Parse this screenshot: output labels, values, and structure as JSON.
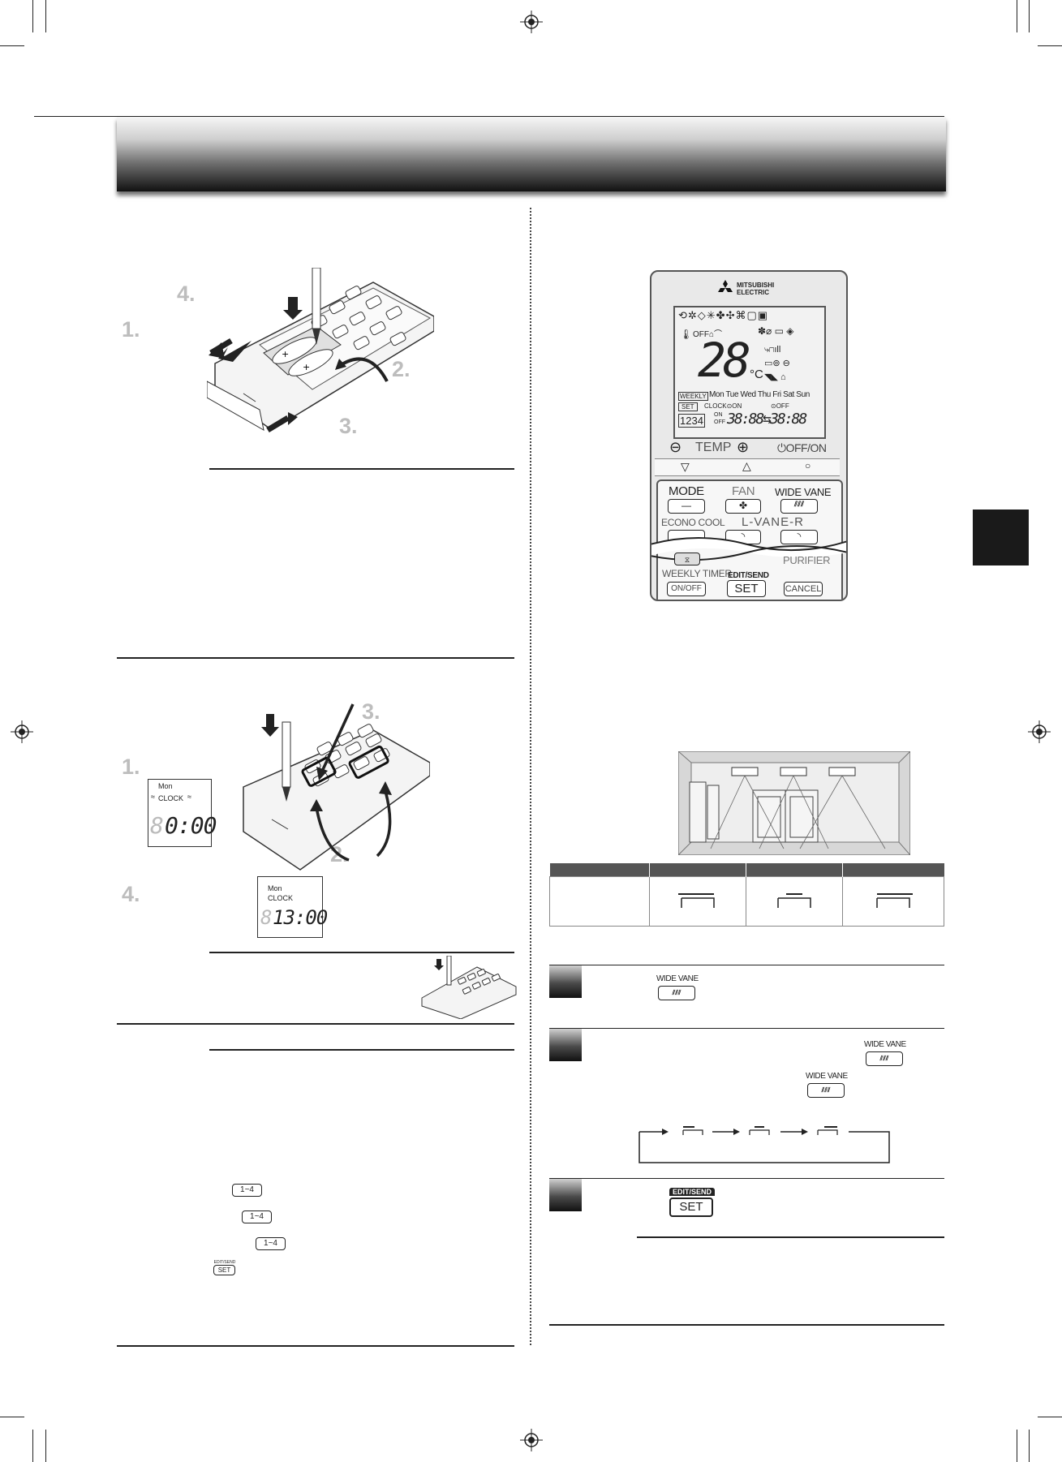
{
  "step_labels": {
    "top": {
      "one": "1.",
      "two": "2.",
      "three": "3.",
      "four": "4."
    },
    "middle": {
      "one": "1.",
      "two": "2.",
      "three": "3.",
      "four": "4."
    }
  },
  "clock_display_1": {
    "day": "Mon",
    "label": "CLOCK",
    "time": "0:00",
    "lead_digit": "8"
  },
  "clock_display_2": {
    "day": "Mon",
    "label": "CLOCK",
    "time": "13:00",
    "lead_digit": "8"
  },
  "left_buttons": {
    "b1": "1~4",
    "b2": "1~4",
    "b3": "1~4",
    "set_top": "EDIT/SEND",
    "set": "SET"
  },
  "remote": {
    "brand_line1": "MITSUBISHI",
    "brand_line2": "ELECTRIC",
    "temp_big": "28",
    "temp_unit": "°C",
    "weekly": "WEEKLY",
    "days": "Mon Tue Wed Thu Fri Sat Sun",
    "set_label": "SET",
    "clock_on": "CLOCK⊙ON",
    "off_label": "⊙OFF",
    "prog": "1234",
    "on_small": "ON",
    "off_small": "OFF",
    "time_digits": "38:88⇆38:88",
    "minus": "⊖",
    "temp": "TEMP",
    "plus": "⊕",
    "offon": "⏻OFF/ON",
    "mode": "MODE",
    "fan": "FAN",
    "wide_vane": "WIDE VANE",
    "econo_cool": "ECONO COOL",
    "lvane": "L-VANE-R",
    "purifier": "PURIFIER",
    "weekly_timer": "WEEKLY TIMER",
    "on_off": "ON/OFF",
    "edit_send": "EDIT/SEND",
    "set": "SET",
    "cancel": "CANCEL"
  },
  "right_steps": {
    "step1_button": "WIDE VANE",
    "step2_button_a": "WIDE VANE",
    "step2_button_b": "WIDE VANE",
    "step3_top": "EDIT/SEND",
    "step3_set": "SET"
  }
}
